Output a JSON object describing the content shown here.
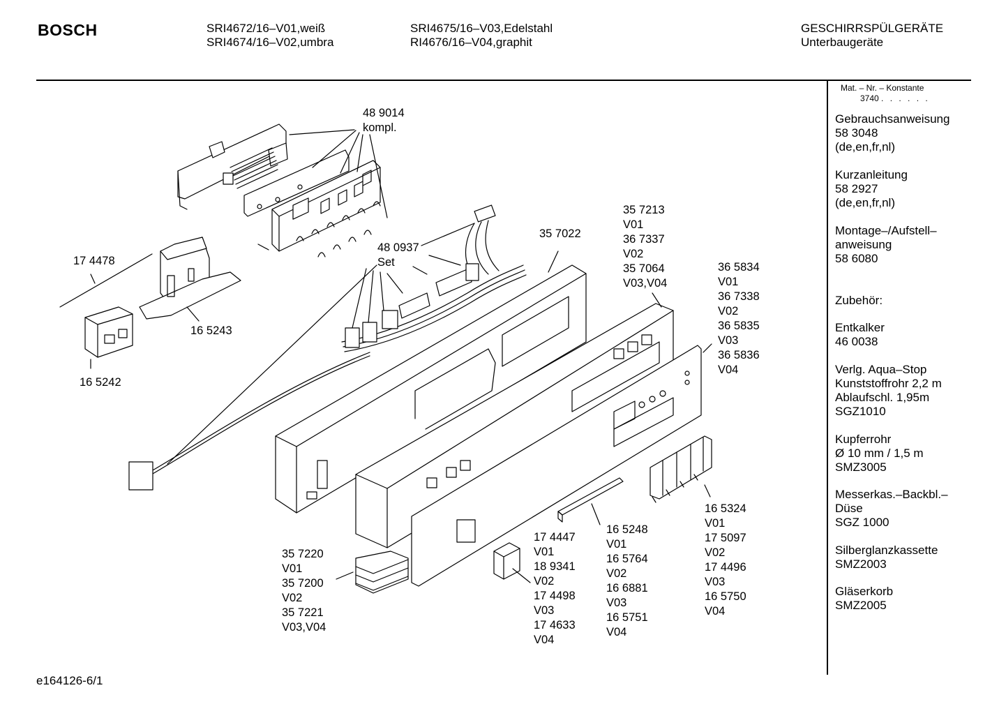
{
  "header": {
    "brand": "BOSCH",
    "models": [
      "SRI4672/16–V01,weiß",
      "SRI4674/16–V02,umbra",
      "SRI4675/16–V03,Edelstahl",
      "RI4676/16–V04,graphit"
    ],
    "category": "GESCHIRRSPÜLGERÄTE",
    "subcategory": "Unterbaugeräte"
  },
  "sidebar": {
    "mat_title": "Mat. – Nr. – Konstante",
    "mat_value": "3740",
    "mat_dots": ". .  . . . .",
    "sections": [
      {
        "lines": [
          "Gebrauchsanweisung",
          "58 3048",
          "(de,en,fr,nl)"
        ]
      },
      {
        "lines": [
          "Kurzanleitung",
          "58 2927",
          "(de,en,fr,nl)"
        ]
      },
      {
        "lines": [
          "Montage–/Aufstell–",
          "anweisung",
          "58 6080"
        ]
      },
      {
        "lines": [
          "Zubehör:"
        ]
      },
      {
        "lines": [
          "Entkalker",
          "46 0038"
        ]
      },
      {
        "lines": [
          "Verlg. Aqua–Stop",
          "Kunststoffrohr 2,2 m",
          "Ablaufschl. 1,95m",
          "SGZ1010"
        ]
      },
      {
        "lines": [
          "Kupferrohr",
          "Ø 10 mm / 1,5 m",
          "SMZ3005"
        ]
      },
      {
        "lines": [
          "Messerkas.–Backbl.–",
          "Düse",
          "SGZ 1000"
        ]
      },
      {
        "lines": [
          "Silberglanzkassette",
          "SMZ2003"
        ]
      },
      {
        "lines": [
          "Gläserkorb",
          "SMZ2005"
        ]
      }
    ]
  },
  "labels": {
    "p489014": [
      "48 9014",
      "kompl."
    ],
    "p174478": [
      "17 4478"
    ],
    "p480937": [
      "48 0937",
      "Set"
    ],
    "p165243": [
      "16 5243"
    ],
    "p165242": [
      "16 5242"
    ],
    "p357022": [
      "35 7022"
    ],
    "p357213": [
      "35 7213",
      "V01",
      "36 7337",
      "V02",
      "35 7064",
      "V03,V04"
    ],
    "p365834": [
      "36 5834",
      "V01",
      "36 7338",
      "V02",
      "36 5835",
      "V03",
      "36 5836",
      "V04"
    ],
    "p165324": [
      "16 5324",
      "V01",
      "17 5097",
      "V02",
      "17 4496",
      "V03",
      "16 5750",
      "V04"
    ],
    "p165248": [
      "16 5248",
      "V01",
      "16 5764",
      "V02",
      "16 6881",
      "V03",
      "16 5751",
      "V04"
    ],
    "p174447": [
      "17 4447",
      "V01",
      "18 9341",
      "V02",
      "17 4498",
      "V03",
      "17 4633",
      "V04"
    ],
    "p357220": [
      "35 7220",
      "V01",
      "35 7200",
      "V02",
      "35 7221",
      "V03,V04"
    ]
  },
  "footer": {
    "drawing_id": "e164126-6/1"
  }
}
